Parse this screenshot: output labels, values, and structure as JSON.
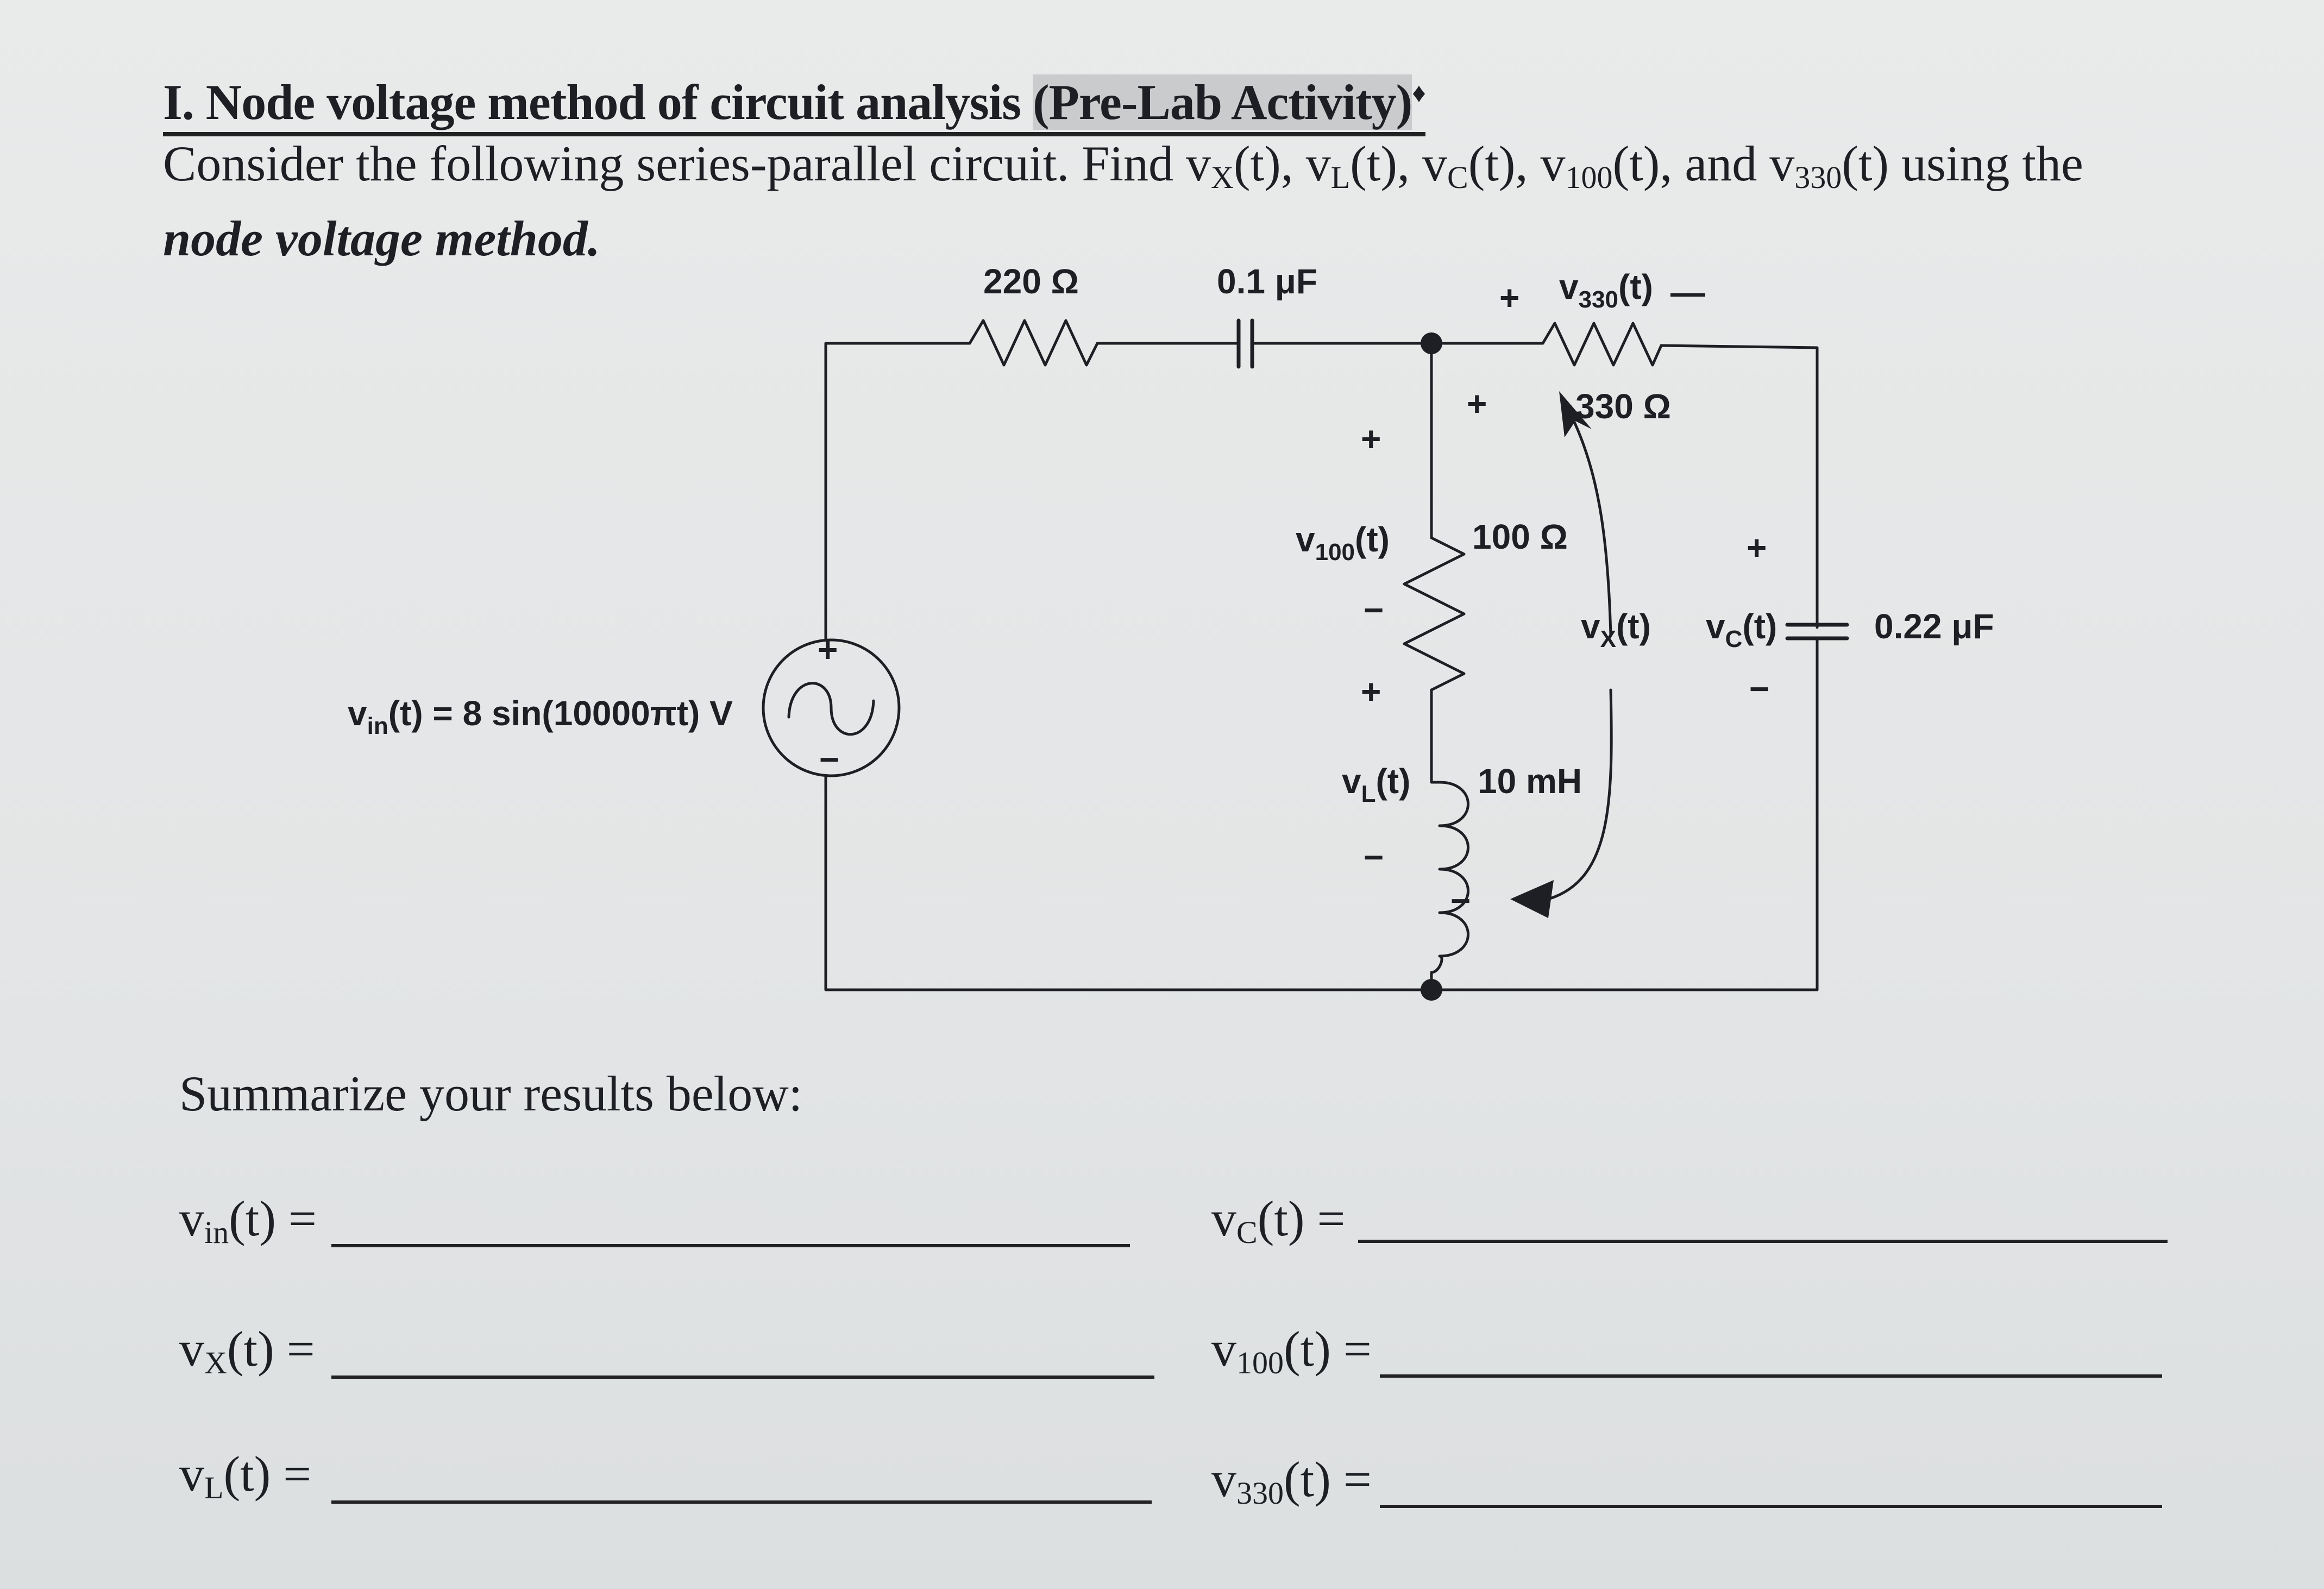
{
  "section": {
    "title_main": "I. Node voltage method of circuit analysis ",
    "title_highlight": "(Pre-Lab Activity)",
    "title_mark": "♦"
  },
  "intro": {
    "line1_prefix": "Consider the following series-parallel circuit.  Find ",
    "vars": [
      {
        "base": "v",
        "sub": "X",
        "tail": "(t), "
      },
      {
        "base": "v",
        "sub": "L",
        "tail": "(t), "
      },
      {
        "base": "v",
        "sub": "C",
        "tail": "(t), "
      },
      {
        "base": "v",
        "sub": "100",
        "tail": "(t), and "
      },
      {
        "base": "v",
        "sub": "330",
        "tail": "(t) using the"
      }
    ],
    "line2_italic": "node voltage method."
  },
  "circuit": {
    "source_label": "v",
    "source_sub": "in",
    "source_expr": "(t) = 8 sin(10000πt) V",
    "source_plus": "+",
    "source_minus": "−",
    "r220_label": "220 Ω",
    "c01_label": "0.1 μF",
    "r330_label": "330 Ω",
    "v330_label": "v",
    "v330_sub": "330",
    "v330_tail": "(t)",
    "v330_plus": "+",
    "v330_minus": "—",
    "r100_label": "100 Ω",
    "v100_label": "v",
    "v100_sub": "100",
    "v100_tail": "(t)",
    "l_label": "10 mH",
    "vl_label": "v",
    "vl_sub": "L",
    "vl_tail": "(t)",
    "vx_label": "v",
    "vx_sub": "X",
    "vx_tail": "(t)",
    "vc_label": "v",
    "vc_sub": "C",
    "vc_tail": "(t)",
    "c022_label": "0.22 μF",
    "plus": "+",
    "minus": "−"
  },
  "summary": {
    "heading": "Summarize your results below:",
    "rows": [
      {
        "base": "v",
        "sub": "in",
        "tail": "(t) =",
        "value": ""
      },
      {
        "base": "v",
        "sub": "C",
        "tail": "(t) =",
        "value": ""
      },
      {
        "base": "v",
        "sub": "X",
        "tail": "(t) =",
        "value": ""
      },
      {
        "base": "v",
        "sub": "100",
        "tail": "(t) =",
        "value": ""
      },
      {
        "base": "v",
        "sub": "L",
        "tail": "(t) =",
        "value": ""
      },
      {
        "base": "v",
        "sub": "330",
        "tail": "(t) =",
        "value": ""
      }
    ]
  }
}
